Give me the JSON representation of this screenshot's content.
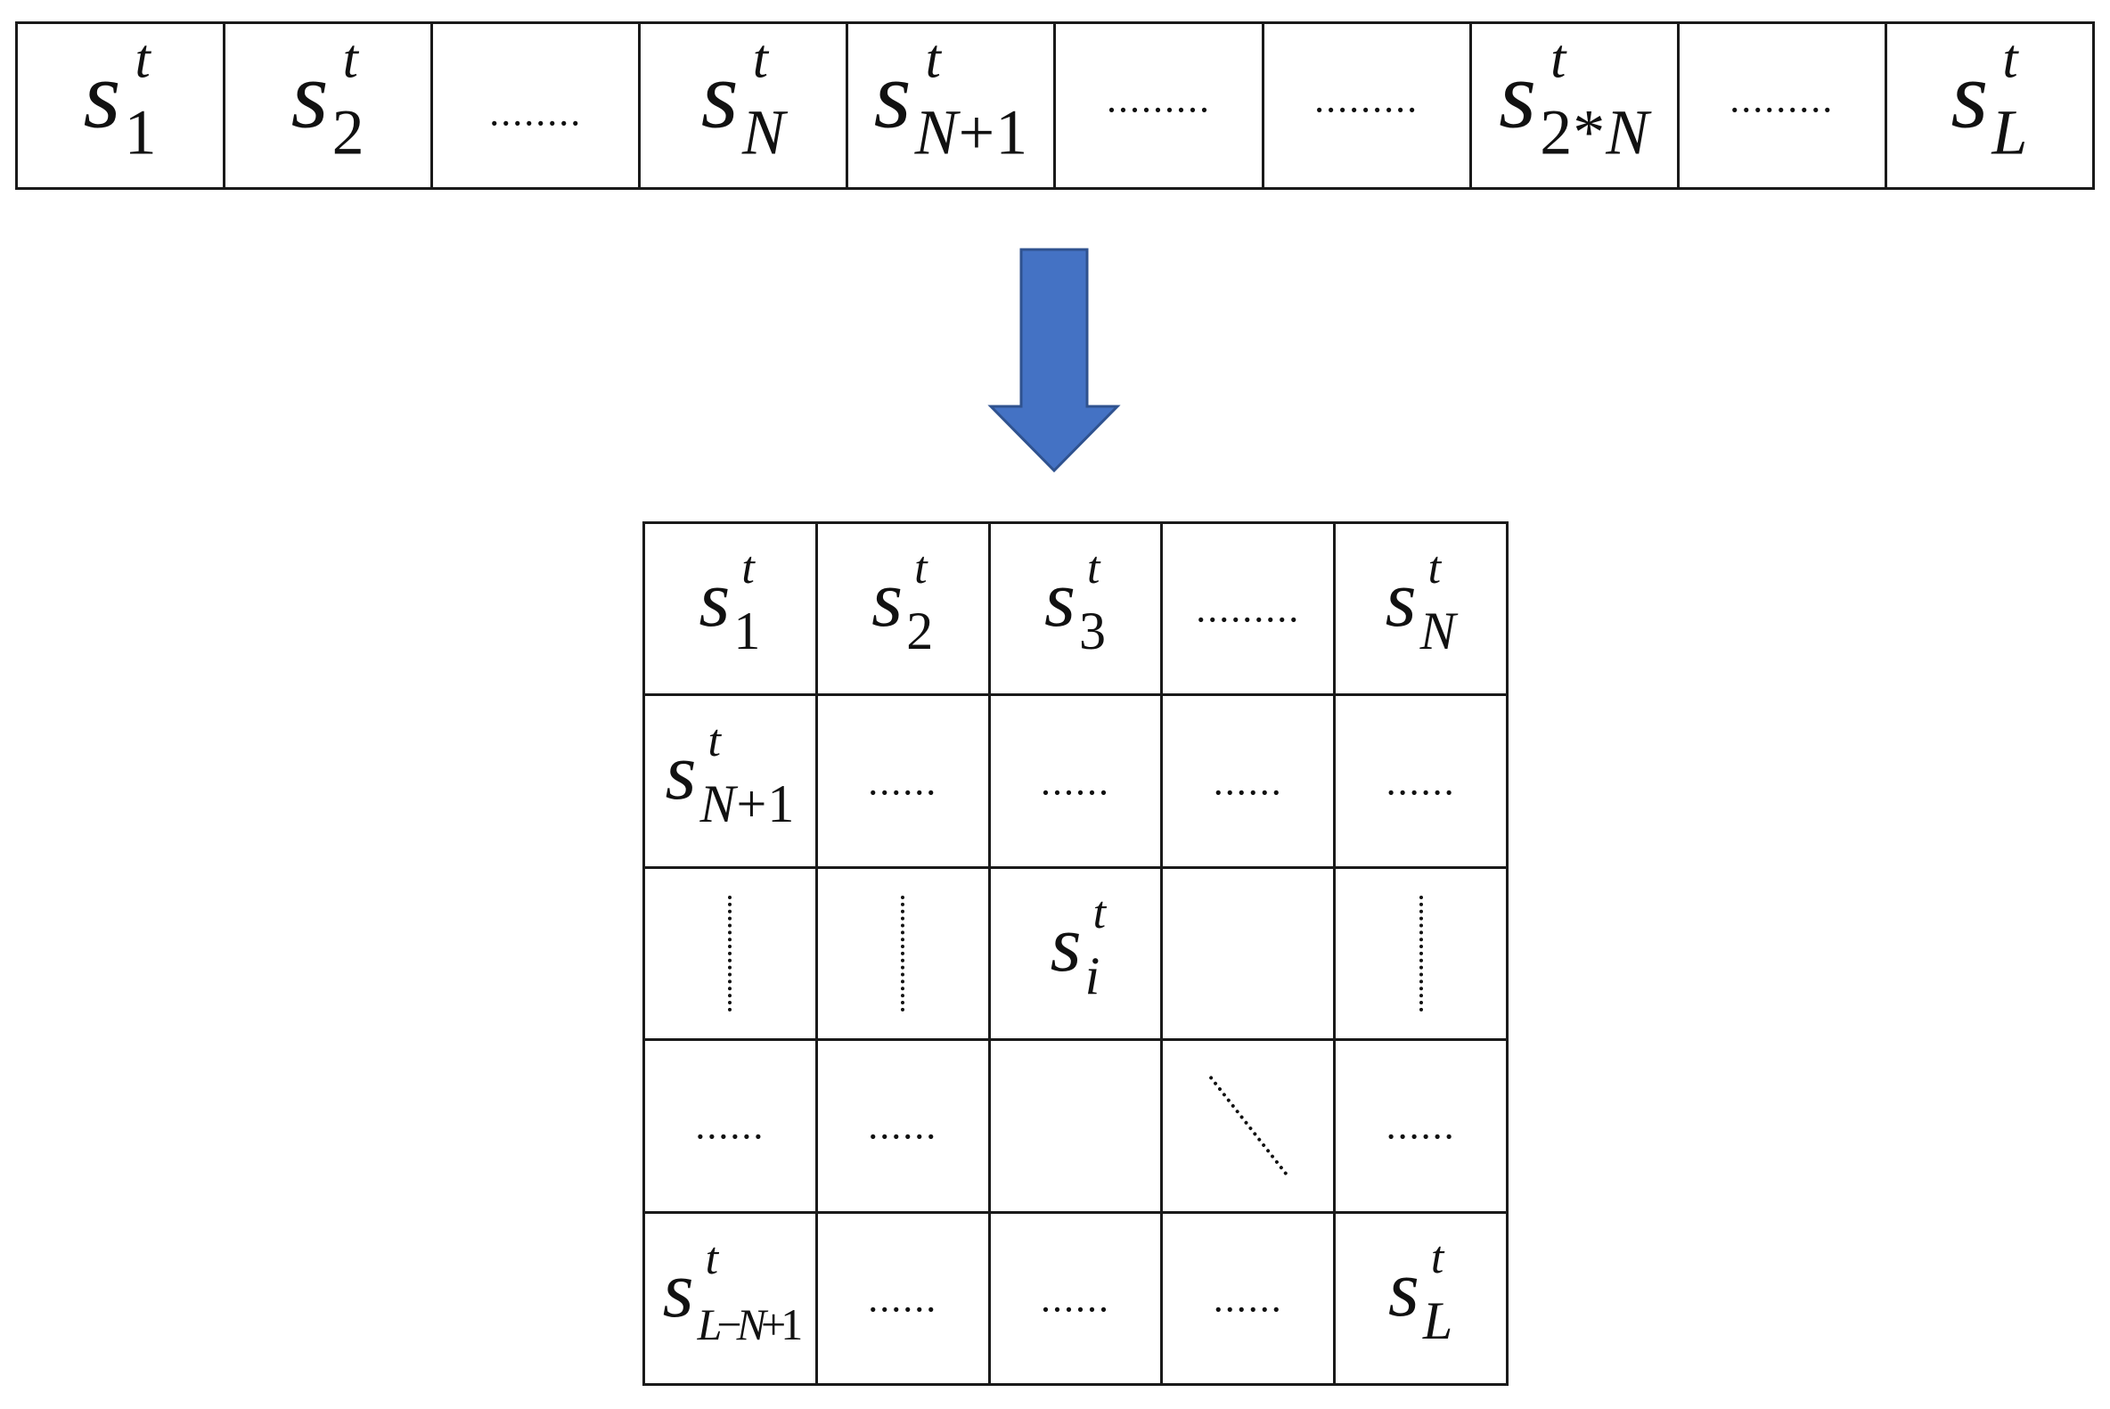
{
  "sequence": {
    "cells": [
      {
        "type": "sym",
        "base": "s",
        "sup": "t",
        "sub": "1"
      },
      {
        "type": "sym",
        "base": "s",
        "sup": "t",
        "sub": "2"
      },
      {
        "type": "dots",
        "text": "........"
      },
      {
        "type": "sym",
        "base": "s",
        "sup": "t",
        "sub": "N"
      },
      {
        "type": "sym",
        "base": "s",
        "sup": "t",
        "sub": "N+1"
      },
      {
        "type": "dots",
        "text": ".........",
        "raised": true
      },
      {
        "type": "dots",
        "text": ".........",
        "raised": true
      },
      {
        "type": "sym",
        "base": "s",
        "sup": "t",
        "sub": "2*N"
      },
      {
        "type": "dots",
        "text": ".........",
        "raised": true
      },
      {
        "type": "sym",
        "base": "s",
        "sup": "t",
        "sub": "L"
      }
    ]
  },
  "arrow": {
    "color": "#4472c4",
    "border_color": "#2f528f"
  },
  "matrix": {
    "cells": [
      {
        "type": "sym",
        "base": "s",
        "sup": "t",
        "sub": "1"
      },
      {
        "type": "sym",
        "base": "s",
        "sup": "t",
        "sub": "2"
      },
      {
        "type": "sym",
        "base": "s",
        "sup": "t",
        "sub": "3"
      },
      {
        "type": "dots",
        "text": "........."
      },
      {
        "type": "sym",
        "base": "s",
        "sup": "t",
        "sub": "N"
      },
      {
        "type": "sym",
        "base": "s",
        "sup": "t",
        "sub": "N+1"
      },
      {
        "type": "dots",
        "text": "......"
      },
      {
        "type": "dots",
        "text": "......"
      },
      {
        "type": "dots",
        "text": "......"
      },
      {
        "type": "dots",
        "text": "......"
      },
      {
        "type": "vdots"
      },
      {
        "type": "vdots"
      },
      {
        "type": "sym",
        "base": "s",
        "sup": "t",
        "sub": "i"
      },
      {
        "type": "empty"
      },
      {
        "type": "vdots"
      },
      {
        "type": "dots",
        "text": "......"
      },
      {
        "type": "dots",
        "text": "......"
      },
      {
        "type": "empty"
      },
      {
        "type": "ddots"
      },
      {
        "type": "dots",
        "text": "......"
      },
      {
        "type": "sym",
        "base": "s",
        "sup": "t",
        "sub": "L-N+1",
        "small": true
      },
      {
        "type": "dots",
        "text": "......"
      },
      {
        "type": "dots",
        "text": "......"
      },
      {
        "type": "dots",
        "text": "......"
      },
      {
        "type": "sym",
        "base": "s",
        "sup": "t",
        "sub": "L"
      }
    ]
  }
}
